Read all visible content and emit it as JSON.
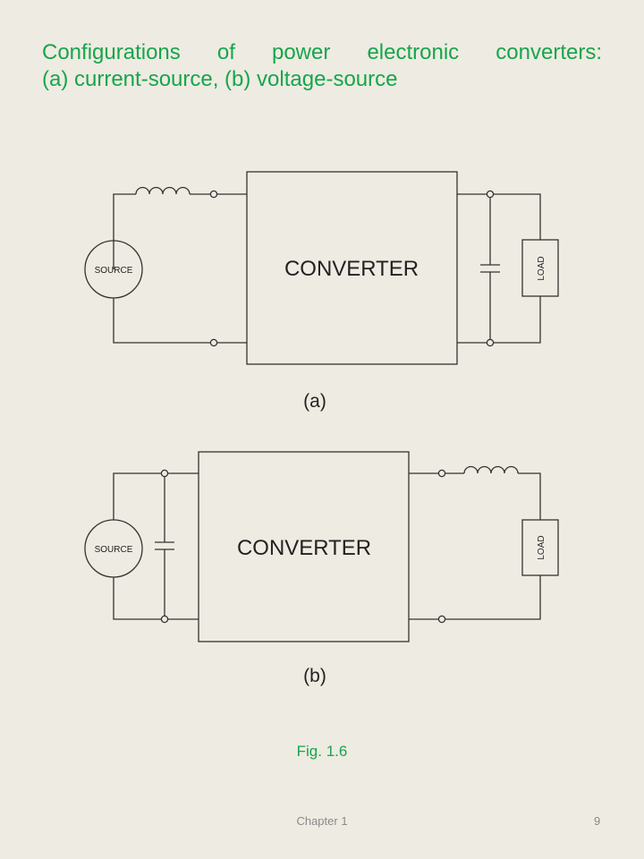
{
  "slide": {
    "title_line1": "Configurations of power electronic converters:",
    "title_line2": "(a) current-source, (b) voltage-source",
    "figure_caption": "Fig. 1.6",
    "footer_chapter": "Chapter 1",
    "page_number": "9"
  },
  "diagram_a": {
    "converter_label": "CONVERTER",
    "source_label": "SOURCE",
    "load_label": "LOAD",
    "caption": "(a)"
  },
  "diagram_b": {
    "converter_label": "CONVERTER",
    "source_label": "SOURCE",
    "load_label": "LOAD",
    "caption": "(b)"
  },
  "colors": {
    "background": "#eeebe2",
    "title": "#17a54c",
    "line": "#333333",
    "footer": "#8a8a8a"
  }
}
